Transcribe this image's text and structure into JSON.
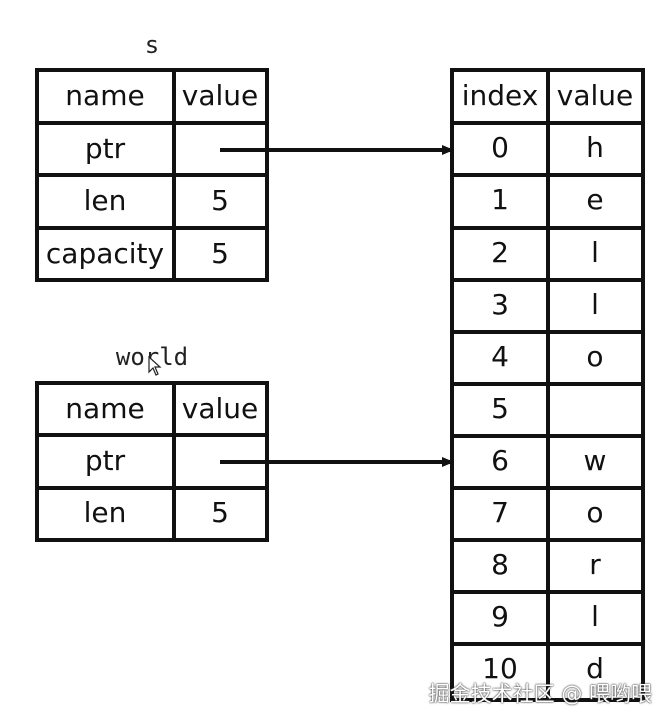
{
  "struct_s": {
    "label": "s",
    "header": [
      "name",
      "value"
    ],
    "rows": [
      {
        "name": "ptr",
        "value": ""
      },
      {
        "name": "len",
        "value": "5"
      },
      {
        "name": "capacity",
        "value": "5"
      }
    ]
  },
  "struct_world": {
    "label": "world",
    "header": [
      "name",
      "value"
    ],
    "rows": [
      {
        "name": "ptr",
        "value": ""
      },
      {
        "name": "len",
        "value": "5"
      }
    ]
  },
  "heap": {
    "header": [
      "index",
      "value"
    ],
    "rows": [
      {
        "index": "0",
        "value": "h"
      },
      {
        "index": "1",
        "value": "e"
      },
      {
        "index": "2",
        "value": "l"
      },
      {
        "index": "3",
        "value": "l"
      },
      {
        "index": "4",
        "value": "o"
      },
      {
        "index": "5",
        "value": ""
      },
      {
        "index": "6",
        "value": "w"
      },
      {
        "index": "7",
        "value": "o"
      },
      {
        "index": "8",
        "value": "r"
      },
      {
        "index": "9",
        "value": "l"
      },
      {
        "index": "10",
        "value": "d"
      }
    ]
  },
  "pointers": [
    {
      "from": "s.ptr",
      "to_index": "0"
    },
    {
      "from": "world.ptr",
      "to_index": "6"
    }
  ],
  "watermark": "掘金技术社区 @ 喂哟喂",
  "colors": {
    "line": "#111111",
    "background": "#ffffff"
  }
}
